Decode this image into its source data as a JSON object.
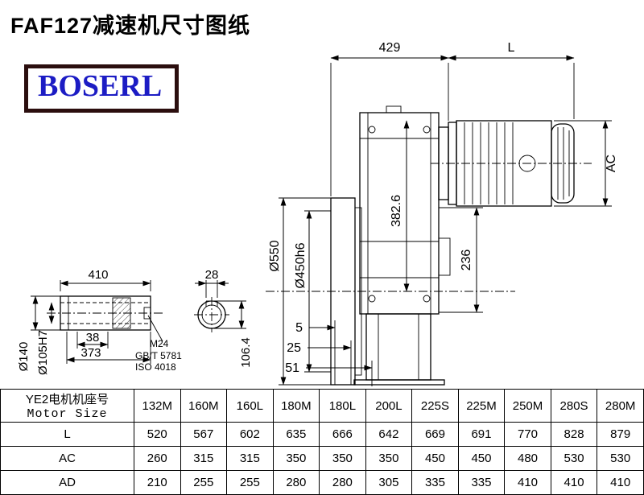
{
  "title": "FAF127减速机尺寸图纸",
  "logo": "BOSERL",
  "dims": {
    "top_width": "429",
    "motor_length": "L",
    "motor_diameter": "AC",
    "flange_outer": "Ø550",
    "flange_spigot": "Ø450h6",
    "height_382": "382.6",
    "height_236": "236",
    "offset_5": "5",
    "offset_25": "25",
    "offset_51": "51",
    "shaft_length_410": "410",
    "key_width_28": "28",
    "dim_38": "38",
    "dim_373": "373",
    "shaft_dia_140": "Ø140",
    "bore_dia_105": "Ø105H7",
    "dim_106": "106.4",
    "thread": "M24",
    "thread_std": "GB/T 5781",
    "thread_iso": "ISO 4018"
  },
  "table": {
    "header_cn": "YE2电机机座号",
    "header_en": "Motor Size",
    "motor_sizes": [
      "132M",
      "160M",
      "160L",
      "180M",
      "180L",
      "200L",
      "225S",
      "225M",
      "250M",
      "280S",
      "280M"
    ],
    "rows": [
      {
        "label": "L",
        "values": [
          "520",
          "567",
          "602",
          "635",
          "666",
          "642",
          "669",
          "691",
          "770",
          "828",
          "879"
        ]
      },
      {
        "label": "AC",
        "values": [
          "260",
          "315",
          "315",
          "350",
          "350",
          "350",
          "450",
          "450",
          "480",
          "530",
          "530"
        ]
      },
      {
        "label": "AD",
        "values": [
          "210",
          "255",
          "255",
          "280",
          "280",
          "305",
          "335",
          "335",
          "410",
          "410",
          "410"
        ]
      }
    ]
  }
}
